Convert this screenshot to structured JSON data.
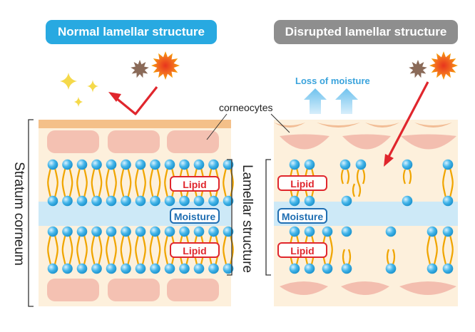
{
  "headings": {
    "normal": "Normal lamellar structure",
    "disrupted": "Disrupted lamellar structure"
  },
  "labels": {
    "corneocytes": "corneocytes",
    "loss_of_moisture": "Loss of moisture",
    "stratum_corneum": "Stratum corneum",
    "lamellar_structure": "Lamellar structure"
  },
  "tags": {
    "lipid": "Lipid",
    "moisture": "Moisture"
  },
  "colors": {
    "heading_normal": "#28a9e1",
    "heading_disrupted": "#8e8e8e",
    "skin_background": "#fdf0dc",
    "corneocyte_cell": "#f2b8aa",
    "moisture_band": "#cde9f7",
    "lipid_head": "#45b6ea",
    "lipid_tail": "#f0a500",
    "lipid_tag": "#e0262d",
    "moisture_tag": "#1f6eb2",
    "uv_arrow": "#e0262d",
    "moisture_arrow": "#8fd0f2",
    "sparkle": "#f5d94a"
  },
  "icons": [
    "sun-icon",
    "sparkle-icon",
    "arrow-icon",
    "bracket-icon"
  ]
}
